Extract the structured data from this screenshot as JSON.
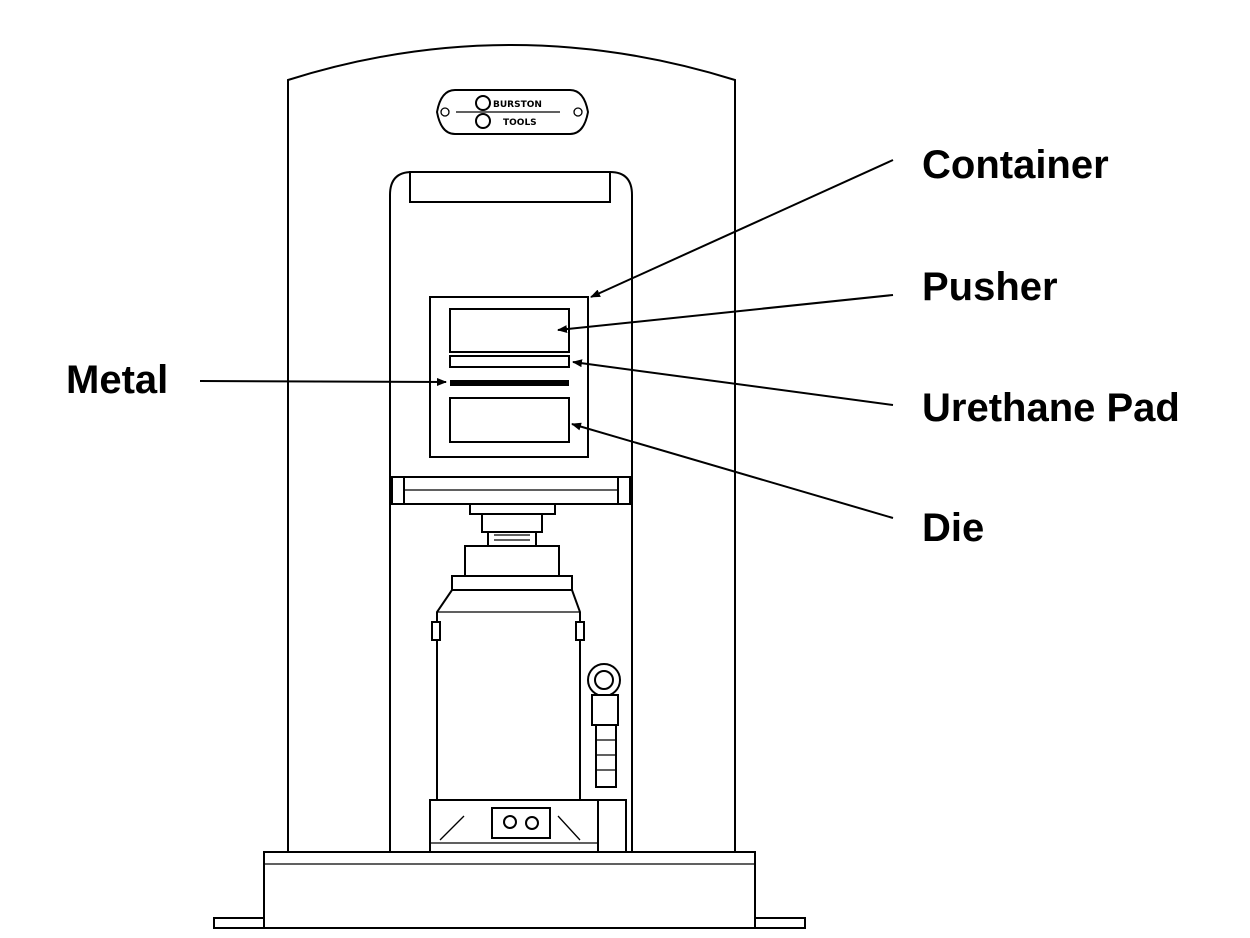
{
  "logo": {
    "line1": "BURSTON",
    "line2": "TOOLS"
  },
  "labels": {
    "container": "Container",
    "pusher": "Pusher",
    "metal": "Metal",
    "urethane_pad": "Urethane Pad",
    "die": "Die"
  },
  "colors": {
    "ink": "#000000",
    "background": "#ffffff"
  }
}
